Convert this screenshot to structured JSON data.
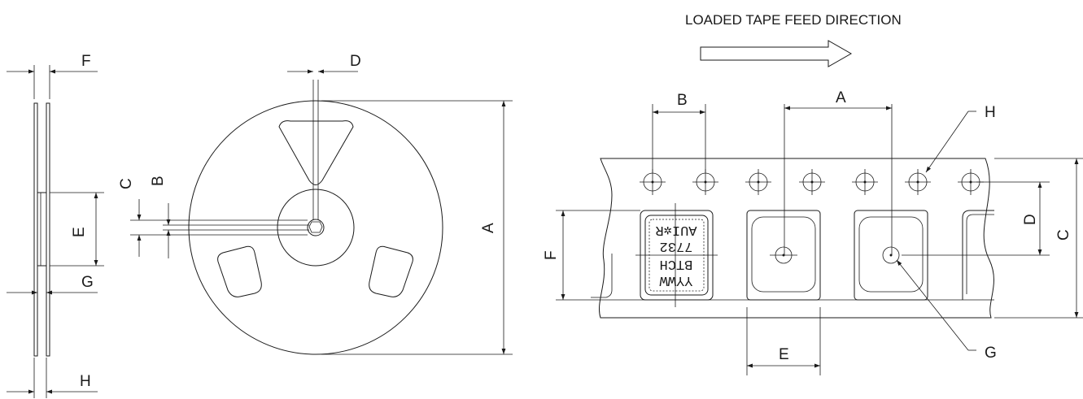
{
  "title": "LOADED TAPE FEED DIRECTION",
  "side_view": {
    "labels": {
      "F": "F",
      "E": "E",
      "G": "G",
      "H": "H"
    }
  },
  "reel_front": {
    "labels": {
      "D": "D",
      "C": "C",
      "B": "B",
      "A": "A"
    }
  },
  "tape": {
    "labels": {
      "B": "B",
      "A": "A",
      "H": "H",
      "D": "D",
      "C": "C",
      "F": "F",
      "E": "E",
      "G": "G"
    },
    "part_marking": [
      "YYWW",
      "BTCH",
      "7732",
      "AUI✲R"
    ]
  }
}
